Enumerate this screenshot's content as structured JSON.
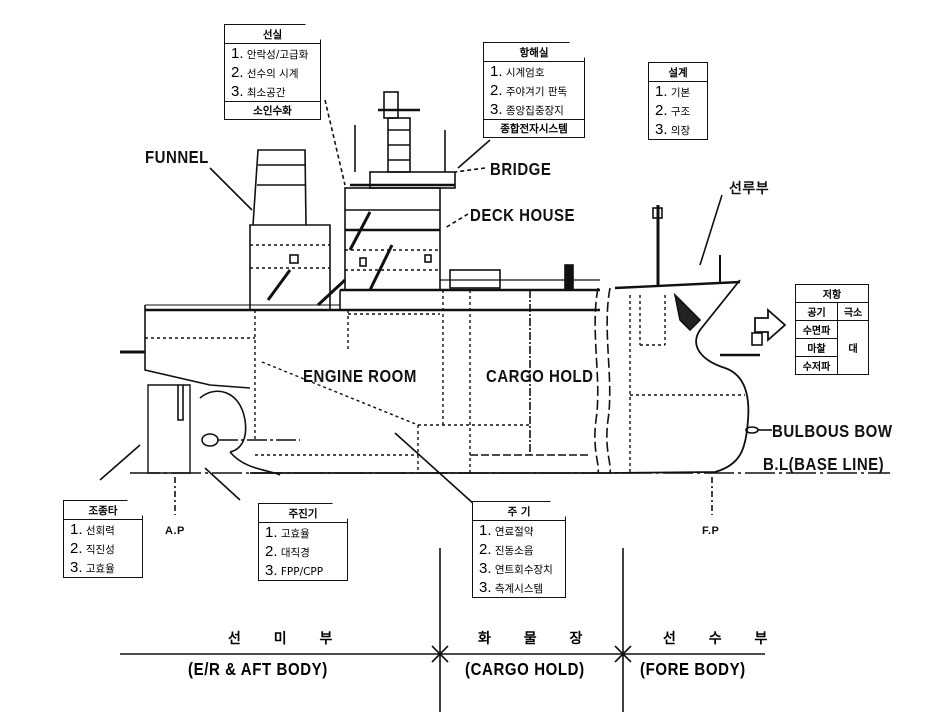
{
  "labels": {
    "funnel": "FUNNEL",
    "bridge": "BRIDGE",
    "deck_house": "DECK HOUSE",
    "engine_room": "ENGINE ROOM",
    "cargo_hold": "CARGO HOLD",
    "bulbous_bow": "BULBOUS BOW",
    "base_line": "B.L(BASE LINE)",
    "ap": "A.P",
    "fp": "F.P",
    "bow_part": "선루부"
  },
  "boxes": {
    "accommodation": {
      "title": "선실",
      "items": [
        {
          "num": "1.",
          "text": "안락성/고급화"
        },
        {
          "num": "2.",
          "text": "선수의  시계"
        },
        {
          "num": "3.",
          "text": "최소공간"
        }
      ],
      "footer": "소인수화"
    },
    "wheelhouse": {
      "title": "항해실",
      "items": [
        {
          "num": "1.",
          "text": "시계엄호"
        },
        {
          "num": "2.",
          "text": "주야겨기  판독"
        },
        {
          "num": "3.",
          "text": "종앙집중장지"
        }
      ],
      "footer": "종합전자시스템"
    },
    "design": {
      "title": "설계",
      "items": [
        {
          "num": "1.",
          "text": "기본"
        },
        {
          "num": "2.",
          "text": "구조"
        },
        {
          "num": "3.",
          "text": "의장"
        }
      ]
    },
    "rudder": {
      "title": "조종타",
      "items": [
        {
          "num": "1.",
          "text": "선회력"
        },
        {
          "num": "2.",
          "text": "직진성"
        },
        {
          "num": "3.",
          "text": "고효율"
        }
      ]
    },
    "propulsion": {
      "title": "주진기",
      "items": [
        {
          "num": "1.",
          "text": "고효율"
        },
        {
          "num": "2.",
          "text": "대직경"
        },
        {
          "num": "3.",
          "text": "FPP/CPP"
        }
      ]
    },
    "main_engine": {
      "title": "주  기",
      "items": [
        {
          "num": "1.",
          "text": "연료절약"
        },
        {
          "num": "2.",
          "text": "진동소음"
        },
        {
          "num": "3.",
          "text": "연트회수장치"
        },
        {
          "num": "3.",
          "text": "측계시스템"
        }
      ]
    },
    "resistance": {
      "title": "저항",
      "col1": "공기",
      "col2": "극소",
      "rows": [
        "수면파",
        "마찰",
        "수저파"
      ],
      "merged": "대"
    }
  },
  "sections": [
    {
      "korean": "선 미 부",
      "english": "(E/R & AFT BODY)"
    },
    {
      "korean": "화 물 장",
      "english": "(CARGO HOLD)"
    },
    {
      "korean": "선 수 부",
      "english": "(FORE BODY)"
    }
  ]
}
